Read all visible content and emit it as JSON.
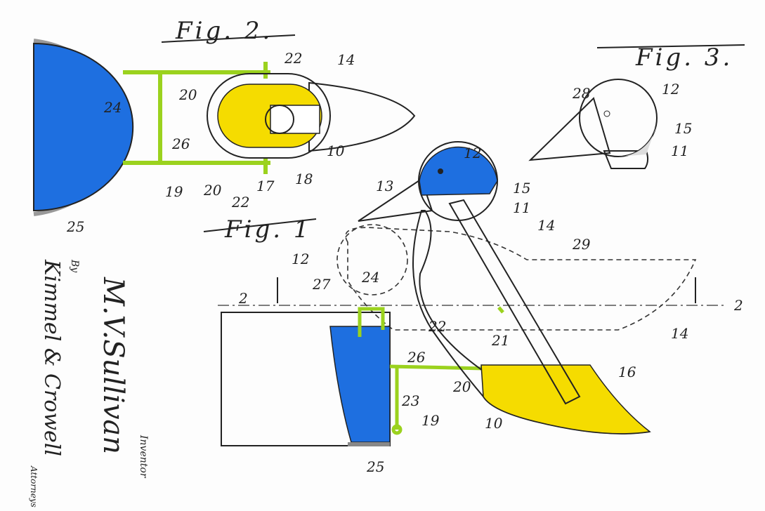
{
  "figures": {
    "fig2": {
      "title": "Fig. 2.",
      "labels": [
        "22",
        "14",
        "24",
        "20",
        "26",
        "19",
        "20",
        "22",
        "17",
        "18",
        "10",
        "25"
      ]
    },
    "fig3": {
      "title": "Fig. 3.",
      "labels": [
        "28",
        "12",
        "15",
        "11"
      ]
    },
    "fig1": {
      "title": "Fig. 1",
      "labels": [
        "12",
        "13",
        "15",
        "11",
        "14",
        "29",
        "12",
        "2",
        "27",
        "24",
        "2",
        "22",
        "21",
        "14",
        "16",
        "26",
        "20",
        "19",
        "23",
        "25",
        "10"
      ]
    }
  },
  "signature": {
    "inventor_name": "M.V.Sullivan",
    "inventor_caption": "Inventor",
    "by": "By",
    "attorney_name": "Kimmel & Crowell",
    "attorney_caption": "Attorneys"
  },
  "colors": {
    "water": "#1e6fe0",
    "fluid": "#f5dc00",
    "rod": "#9bd21e",
    "outline": "#222222"
  }
}
